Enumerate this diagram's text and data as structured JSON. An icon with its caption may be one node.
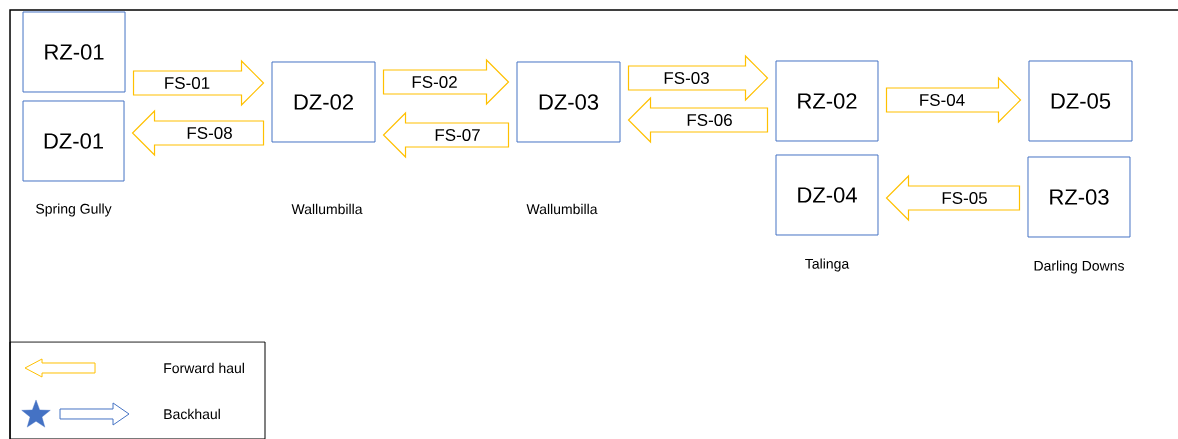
{
  "diagram": {
    "nodes": [
      {
        "text": [
          "RZ-01"
        ]
      },
      {
        "text": [
          "DZ-01"
        ],
        "beside": [
          "Spring Gully"
        ]
      },
      {
        "text": [
          "DZ-02"
        ]
      },
      {
        "text": [
          "DZ-03"
        ]
      },
      {
        "text": [
          "RZ-02"
        ]
      },
      {
        "text": [
          "DZ-04"
        ],
        "beside": [
          "Talinga"
        ]
      },
      {
        "text": [
          "DZ-05"
        ]
      },
      {
        "text": [
          "RZ-03"
        ],
        "beside": [
          "Darling Downs"
        ]
      }
    ],
    "edges": [
      {
        "from": 0,
        "to": 2,
        "arrow": "to",
        "label": "FS-01"
      },
      {
        "from": 2,
        "to": 1,
        "arrow": "to",
        "label": "FS-08"
      },
      {
        "from": 2,
        "to": 3,
        "arrow": "to",
        "label": "FS-02"
      },
      {
        "from": 3,
        "to": 2,
        "arrow": "to",
        "label": "FS-07"
      },
      {
        "from": 3,
        "to": 4,
        "arrow": "to",
        "label": "FS-03"
      },
      {
        "from": 4,
        "to": 3,
        "arrow": "to",
        "label": "FS-06"
      },
      {
        "from": 4,
        "to": 6,
        "arrow": "to",
        "label": "FS-04"
      },
      {
        "from": 7,
        "to": 5,
        "arrow": "to",
        "label": "FS-05"
      }
    ],
    "labels": [
      "Wallumbilla",
      "Wallumbilla"
    ],
    "legend": [
      {
        "text": "Forward haul"
      },
      {
        "text": "Backhaul"
      }
    ]
  }
}
